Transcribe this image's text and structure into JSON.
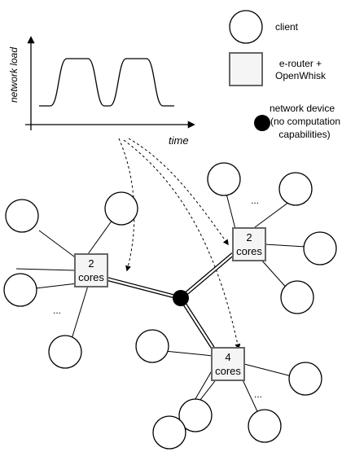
{
  "legend": {
    "client_label": "client",
    "router_label": [
      "e-router +",
      "OpenWhisk"
    ],
    "device_label": [
      "network device",
      "(no computation",
      "capabilities)"
    ]
  },
  "load_plot": {
    "ylabel": "network load",
    "xlabel": "time"
  },
  "routers": [
    {
      "id": "left",
      "lines": [
        "2",
        "cores"
      ]
    },
    {
      "id": "right",
      "lines": [
        "2",
        "cores"
      ]
    },
    {
      "id": "bottom",
      "lines": [
        "4",
        "cores"
      ]
    }
  ],
  "ellipses": [
    "...",
    "...",
    "..."
  ],
  "colors": {
    "stroke": "#000000",
    "router_fill": "#f5f5f5",
    "router_stroke": "#666666",
    "device_fill": "#000000"
  }
}
